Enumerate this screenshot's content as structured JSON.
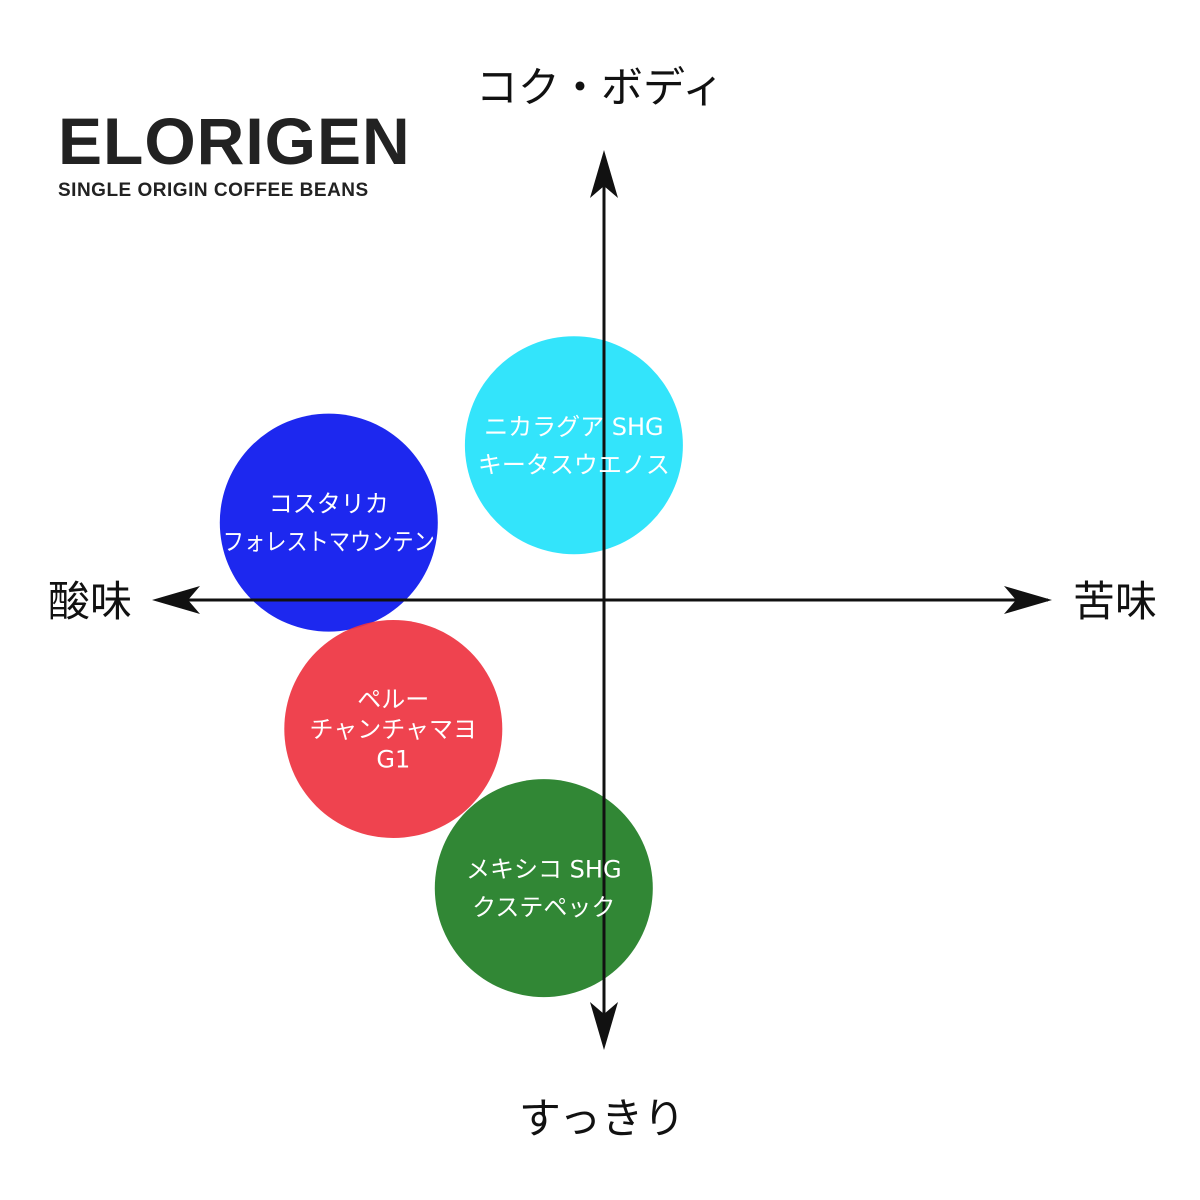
{
  "logo": {
    "text": "ELORIGEN",
    "subtitle": "SINGLE ORIGIN COFFEE BEANS"
  },
  "chart_data": {
    "type": "scatter",
    "axes": {
      "top": "コク・ボディ",
      "bottom": "すっきり",
      "left": "酸味",
      "right": "苦味"
    },
    "xlim": [
      -10,
      10
    ],
    "ylim": [
      -10,
      10
    ],
    "grid": false,
    "points": [
      {
        "lines": [
          "ニカラグア SHG",
          "キータスウエノス"
        ],
        "x": -0.7,
        "y": 3.6,
        "color": "#22e2fb"
      },
      {
        "lines": [
          "コスタリカ",
          "フォレストマウンテン"
        ],
        "x": -6.4,
        "y": 1.8,
        "color": "#0a16ee"
      },
      {
        "lines": [
          "ペルー",
          "チャンチャマヨ",
          "G1"
        ],
        "x": -4.9,
        "y": -3.0,
        "color": "#ee3340"
      },
      {
        "lines": [
          "メキシコ SHG",
          "クステペック"
        ],
        "x": -1.4,
        "y": -6.7,
        "color": "#1f7d24"
      }
    ]
  }
}
